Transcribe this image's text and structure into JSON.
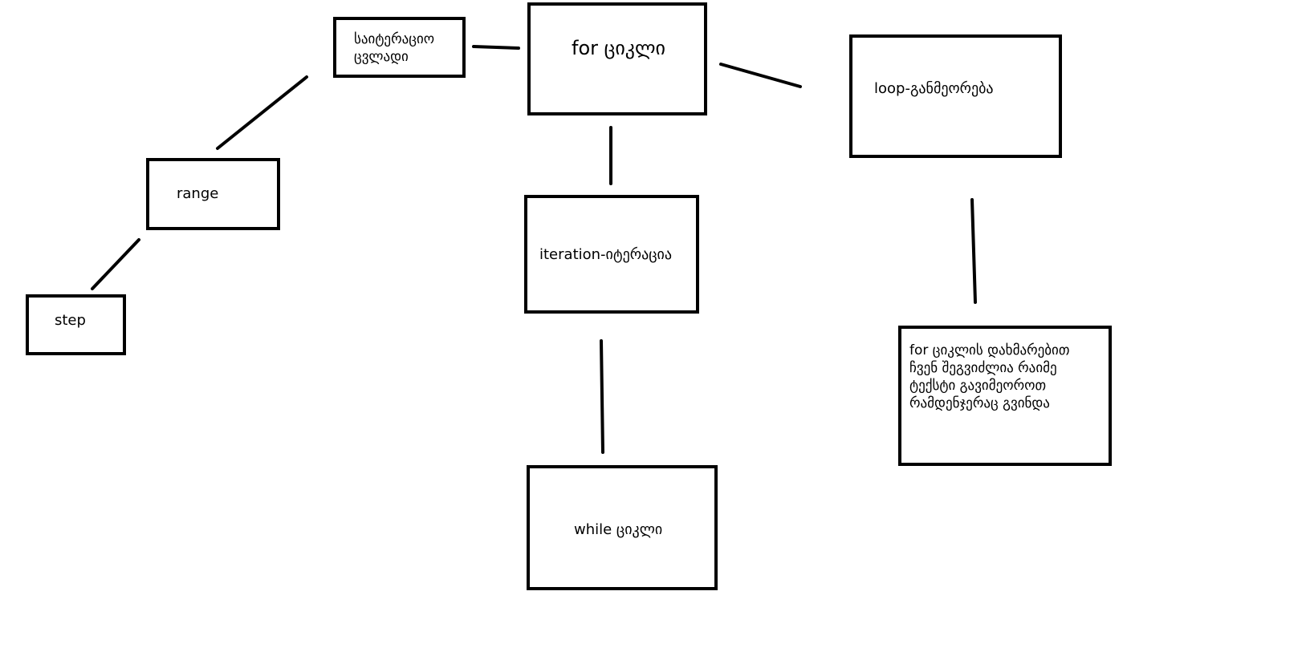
{
  "diagram": {
    "nodes": [
      {
        "id": "for-cycle",
        "label": "for ციკლი"
      },
      {
        "id": "iteration-variable",
        "label": "საიტერაციო\nცვლადი"
      },
      {
        "id": "loop",
        "label": "loop-განმეორება"
      },
      {
        "id": "range",
        "label": "range"
      },
      {
        "id": "step",
        "label": "step"
      },
      {
        "id": "iteration",
        "label": "iteration-იტერაცია"
      },
      {
        "id": "while-cycle",
        "label": "while ციკლი"
      },
      {
        "id": "description",
        "label": "for ციკლის დახმარებით\nჩვენ შეგვიძლია რაიმე\nტექსტი გავიმეოროთ\nრამდენჯერაც გვინდა"
      }
    ],
    "edges": [
      {
        "from": "iteration-variable",
        "to": "for-cycle"
      },
      {
        "from": "for-cycle",
        "to": "loop"
      },
      {
        "from": "range",
        "to": "iteration-variable"
      },
      {
        "from": "step",
        "to": "range"
      },
      {
        "from": "for-cycle",
        "to": "iteration"
      },
      {
        "from": "iteration",
        "to": "while-cycle"
      },
      {
        "from": "loop",
        "to": "description"
      }
    ],
    "colors": {
      "stroke": "#000000",
      "background": "#ffffff"
    }
  }
}
